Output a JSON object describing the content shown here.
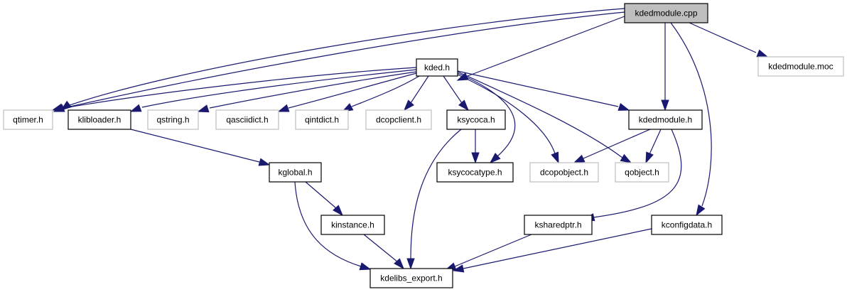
{
  "diagram": {
    "title": "kdedmodule.cpp include dependency graph",
    "colors": {
      "edge": "#191970",
      "root_fill": "#bfbfbf",
      "root_border": "#000000",
      "documented_border": "#000000",
      "undocumented_border": "#bfbfbf",
      "node_fill": "#ffffff"
    },
    "nodes": [
      {
        "id": "kdedmodule_cpp",
        "label": "kdedmodule.cpp",
        "kind": "root"
      },
      {
        "id": "kded_h",
        "label": "kded.h",
        "kind": "documented"
      },
      {
        "id": "kdedmodule_moc",
        "label": "kdedmodule.moc",
        "kind": "undocumented"
      },
      {
        "id": "qtimer_h",
        "label": "qtimer.h",
        "kind": "undocumented"
      },
      {
        "id": "klibloader_h",
        "label": "klibloader.h",
        "kind": "documented"
      },
      {
        "id": "qstring_h",
        "label": "qstring.h",
        "kind": "undocumented"
      },
      {
        "id": "qasciidict_h",
        "label": "qasciidict.h",
        "kind": "undocumented"
      },
      {
        "id": "qintdict_h",
        "label": "qintdict.h",
        "kind": "undocumented"
      },
      {
        "id": "dcopclient_h",
        "label": "dcopclient.h",
        "kind": "undocumented"
      },
      {
        "id": "ksycoca_h",
        "label": "ksycoca.h",
        "kind": "documented"
      },
      {
        "id": "kdedmodule_h",
        "label": "kdedmodule.h",
        "kind": "documented"
      },
      {
        "id": "kglobal_h",
        "label": "kglobal.h",
        "kind": "documented"
      },
      {
        "id": "ksycocatype_h",
        "label": "ksycocatype.h",
        "kind": "documented"
      },
      {
        "id": "dcopobject_h",
        "label": "dcopobject.h",
        "kind": "undocumented"
      },
      {
        "id": "qobject_h",
        "label": "qobject.h",
        "kind": "undocumented"
      },
      {
        "id": "kinstance_h",
        "label": "kinstance.h",
        "kind": "documented"
      },
      {
        "id": "ksharedptr_h",
        "label": "ksharedptr.h",
        "kind": "documented"
      },
      {
        "id": "kconfigdata_h",
        "label": "kconfigdata.h",
        "kind": "documented"
      },
      {
        "id": "kdelibs_export_h",
        "label": "kdelibs_export.h",
        "kind": "documented"
      }
    ],
    "edges": [
      {
        "from": "kdedmodule_cpp",
        "to": "kded_h"
      },
      {
        "from": "kdedmodule_cpp",
        "to": "kdedmodule_moc"
      },
      {
        "from": "kdedmodule_cpp",
        "to": "qtimer_h"
      },
      {
        "from": "kdedmodule_cpp",
        "to": "klibloader_h"
      },
      {
        "from": "kdedmodule_cpp",
        "to": "kdedmodule_h"
      },
      {
        "from": "kdedmodule_cpp",
        "to": "kconfigdata_h"
      },
      {
        "from": "kded_h",
        "to": "qtimer_h"
      },
      {
        "from": "kded_h",
        "to": "klibloader_h"
      },
      {
        "from": "kded_h",
        "to": "qstring_h"
      },
      {
        "from": "kded_h",
        "to": "qasciidict_h"
      },
      {
        "from": "kded_h",
        "to": "qintdict_h"
      },
      {
        "from": "kded_h",
        "to": "dcopclient_h"
      },
      {
        "from": "kded_h",
        "to": "ksycoca_h"
      },
      {
        "from": "kded_h",
        "to": "ksycocatype_h"
      },
      {
        "from": "kded_h",
        "to": "dcopobject_h"
      },
      {
        "from": "kded_h",
        "to": "qobject_h"
      },
      {
        "from": "kded_h",
        "to": "kdedmodule_h"
      },
      {
        "from": "klibloader_h",
        "to": "kglobal_h"
      },
      {
        "from": "ksycoca_h",
        "to": "ksycocatype_h"
      },
      {
        "from": "ksycoca_h",
        "to": "kdelibs_export_h"
      },
      {
        "from": "kdedmodule_h",
        "to": "dcopobject_h"
      },
      {
        "from": "kdedmodule_h",
        "to": "qobject_h"
      },
      {
        "from": "kdedmodule_h",
        "to": "ksharedptr_h"
      },
      {
        "from": "kglobal_h",
        "to": "kinstance_h"
      },
      {
        "from": "kglobal_h",
        "to": "kdelibs_export_h"
      },
      {
        "from": "kinstance_h",
        "to": "kdelibs_export_h"
      },
      {
        "from": "ksharedptr_h",
        "to": "kdelibs_export_h"
      },
      {
        "from": "kconfigdata_h",
        "to": "kdelibs_export_h"
      }
    ]
  }
}
